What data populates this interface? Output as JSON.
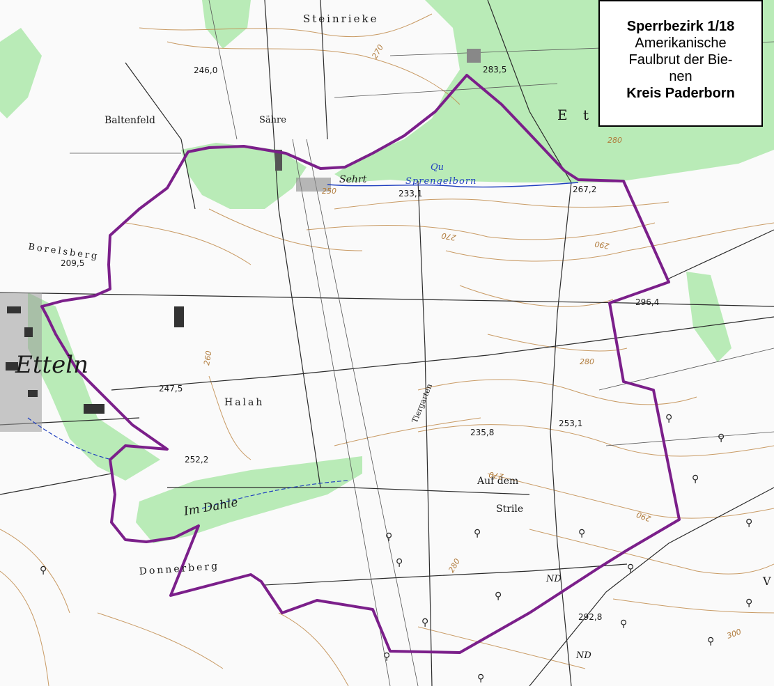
{
  "info": {
    "title": "Sperrbezirk 1/18",
    "desc_line1": "Amerikanische",
    "desc_line2": "Faulbrut der Bie-",
    "desc_line3": "nen",
    "district": "Kreis Paderborn"
  },
  "colors": {
    "boundary": "#7b1f8a",
    "forest": "#b9ebb7",
    "contour": "#c08a4a",
    "water": "#1f3fbf"
  },
  "place_names": {
    "steinrieke": "Steinrieke",
    "baltenfeld": "Baltenfeld",
    "sahre": "Sähre",
    "borelsberg": "Borelsberg",
    "etteln": "Etteln",
    "halah": "Halah",
    "im_dahle": "Im Dahle",
    "auf_dem": "Auf dem",
    "strile": "Strile",
    "donnerberg": "Donnerberg",
    "sehrt": "Sehrt",
    "ett": "E t t",
    "tiergarten": "Tiergarten",
    "v": "V"
  },
  "water_names": {
    "qu": "Qu",
    "sprengelborn": "Sprengelborn"
  },
  "elevations": {
    "e246": "246,0",
    "e283": "283,5",
    "e233": "233,1",
    "e267": "267,2",
    "e209": "209,5",
    "e296": "296,4",
    "e247": "247,5",
    "e235": "235,8",
    "e253": "253,1",
    "e252": "252,2",
    "e292": "292,8"
  },
  "contour_numbers": {
    "c270a": "270",
    "c280a": "280",
    "c270b": "270",
    "c290a": "290",
    "c280b": "280",
    "c250": "250",
    "c270c": "270",
    "c290b": "290",
    "c280c": "280",
    "c300": "300",
    "c260": "260"
  },
  "markers": {
    "nd1": "ND",
    "nd2": "ND"
  }
}
